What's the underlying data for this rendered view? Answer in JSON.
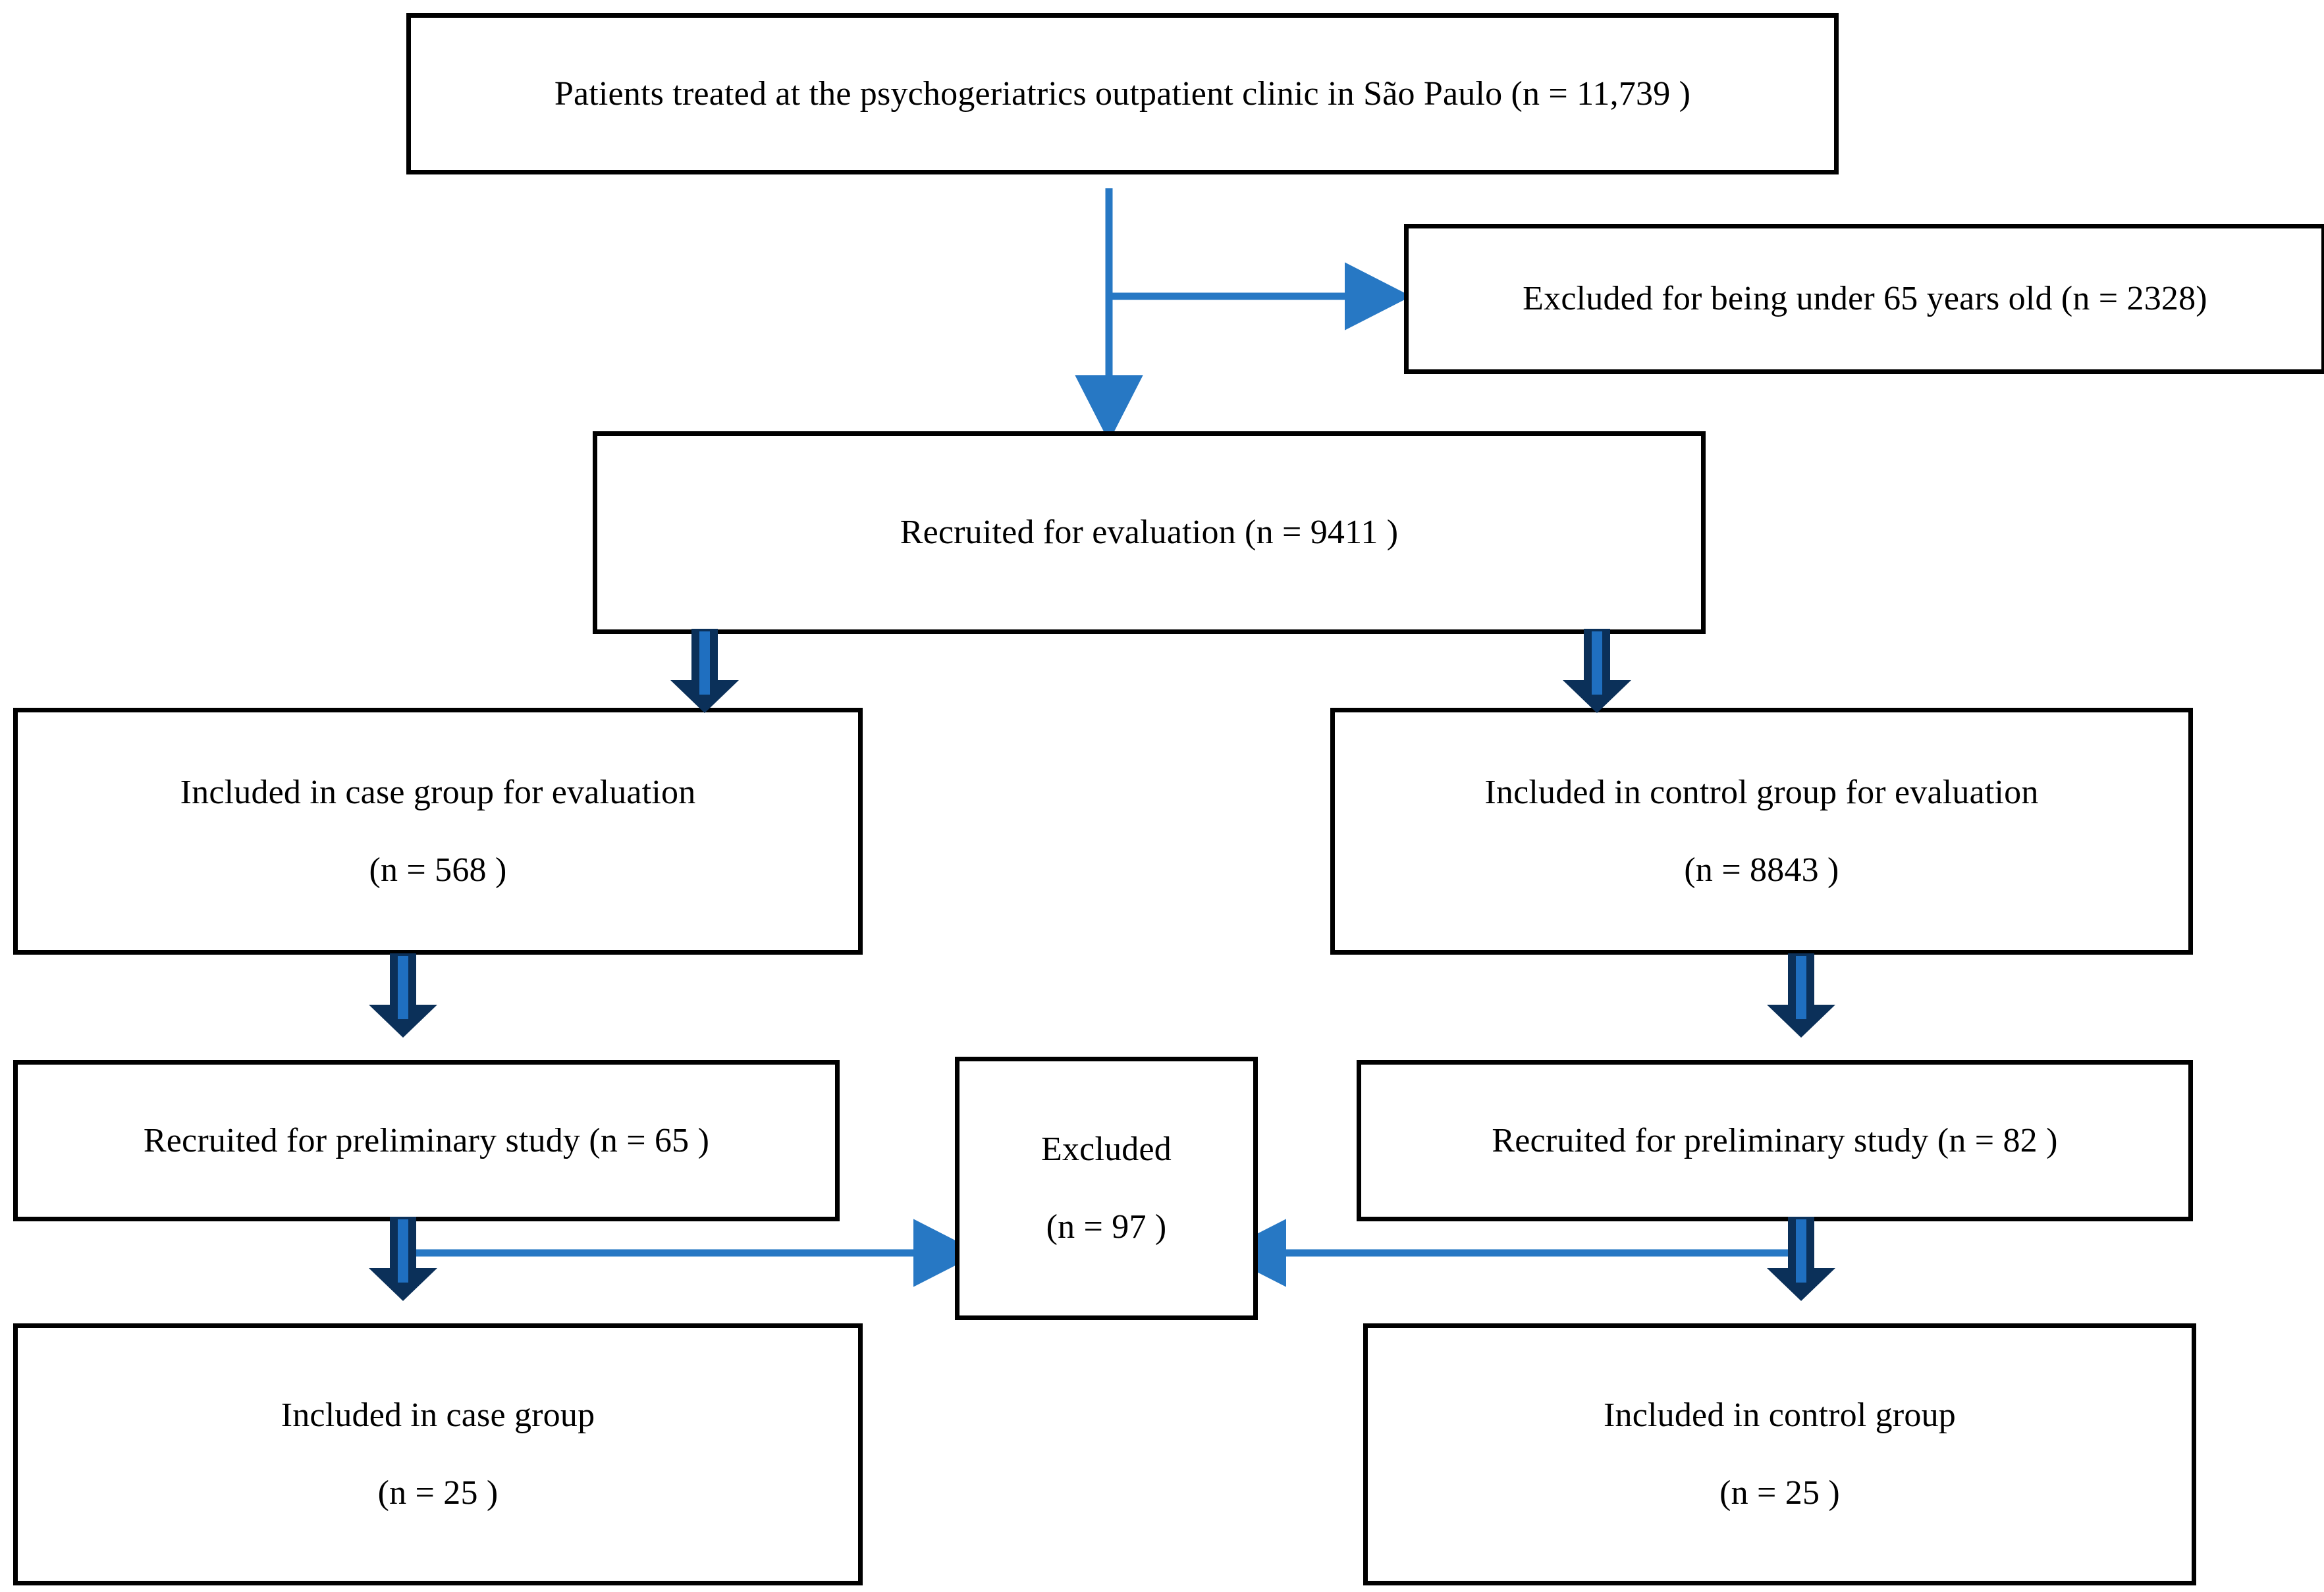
{
  "diagram": {
    "title": "Study participant flow diagram",
    "colors": {
      "box_border": "#000000",
      "box_fill": "#ffffff",
      "text": "#000000",
      "thin_arrow": "#2778C4",
      "block_arrow_outline": "#0B3059",
      "block_arrow_fill": "#1F6FC0"
    },
    "nodes": {
      "source": {
        "line1": "Patients treated at the psychogeriatrics outpatient clinic in São Paulo (n = 11,739 )"
      },
      "excluded_age": {
        "line1": "Excluded for being under 65 years old (n = 2328)"
      },
      "recruited_eval": {
        "line1": "Recruited for evaluation (n = 9411 )"
      },
      "case_eval": {
        "line1": "Included in case group for evaluation",
        "line2": "(n = 568 )"
      },
      "control_eval": {
        "line1": "Included in control group for evaluation",
        "line2": "(n = 8843 )"
      },
      "case_prelim": {
        "line1": "Recruited for preliminary study (n = 65 )"
      },
      "excluded_prelim": {
        "line1": "Excluded",
        "line2": "(n = 97 )"
      },
      "control_prelim": {
        "line1": "Recruited for preliminary study (n = 82 )"
      },
      "case_final": {
        "line1": "Included in case group",
        "line2": "(n = 25 )"
      },
      "control_final": {
        "line1": "Included in control group",
        "line2": "(n = 25 )"
      }
    },
    "edges": [
      {
        "name": "source-to-excluded-age",
        "style": "thin",
        "direction": "right"
      },
      {
        "name": "source-to-recruited-eval",
        "style": "thin",
        "direction": "down"
      },
      {
        "name": "recruited-eval-to-case-eval",
        "style": "block",
        "direction": "down"
      },
      {
        "name": "recruited-eval-to-control-eval",
        "style": "block",
        "direction": "down"
      },
      {
        "name": "case-eval-to-case-prelim",
        "style": "block",
        "direction": "down"
      },
      {
        "name": "control-eval-to-control-prelim",
        "style": "block",
        "direction": "down"
      },
      {
        "name": "case-prelim-to-case-final",
        "style": "block",
        "direction": "down"
      },
      {
        "name": "control-prelim-to-control-final",
        "style": "block",
        "direction": "down"
      },
      {
        "name": "case-prelim-to-excluded",
        "style": "thin",
        "direction": "right"
      },
      {
        "name": "control-prelim-to-excluded",
        "style": "thin",
        "direction": "left"
      }
    ]
  }
}
